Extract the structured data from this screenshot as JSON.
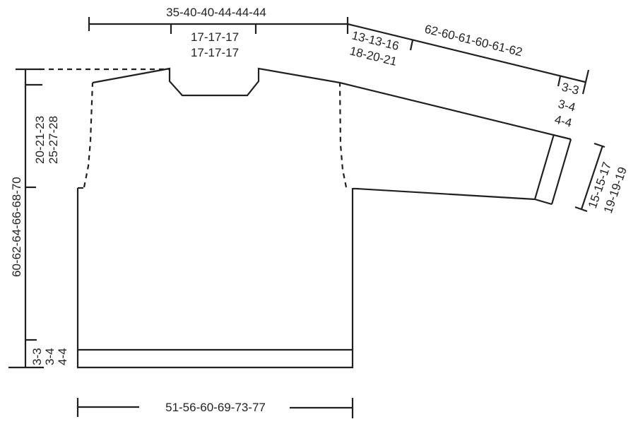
{
  "diagram": {
    "type": "knitting-sweater-schematic",
    "colors": {
      "line": "#231f20",
      "background": "#ffffff"
    },
    "labels": {
      "top_width": "35-40-40-44-44-44",
      "neck_width_line1": "17-17-17",
      "neck_width_line2": "17-17-17",
      "shoulder_line1": "13-13-16",
      "shoulder_line2": "18-20-21",
      "sleeve_length": "62-60-61-60-61-62",
      "cuff_line1": "3-3",
      "cuff_line2": "3-4",
      "cuff_line3": "4-4",
      "sleeve_width_line1": "15-15-17",
      "sleeve_width_line2": "19-19-19",
      "total_length": "60-62-64-66-68-70",
      "armhole_line1": "20-21-23",
      "armhole_line2": "25-27-28",
      "rib_line1": "3-3",
      "rib_line2": "3-4",
      "rib_line3": "4-4",
      "bottom_width": "51-56-60-69-73-77"
    }
  }
}
